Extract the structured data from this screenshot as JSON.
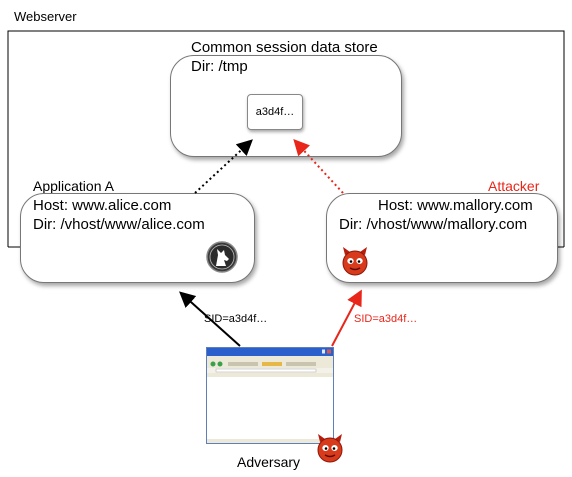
{
  "webserver": {
    "label": "Webserver"
  },
  "store": {
    "title": "Common session data store",
    "dir": "Dir: /tmp",
    "session_id": "a3d4f…"
  },
  "app_a": {
    "title": "Application A",
    "host": "Host: www.alice.com",
    "dir": "Dir: /vhost/www/alice.com",
    "icon": "wolf-logo-icon"
  },
  "attacker": {
    "title": "Attacker",
    "host": "Host: www.mallory.com",
    "dir": "Dir: /vhost/www/mallory.com",
    "icon": "devil-icon"
  },
  "adversary": {
    "label": "Adversary",
    "icon": "browser-window-icon"
  },
  "requests": {
    "to_app_a": "SID=a3d4f…",
    "to_attacker": "SID=a3d4f…"
  },
  "colors": {
    "attack": "#e8261a",
    "normal": "#000000",
    "box_border": "#777777"
  }
}
